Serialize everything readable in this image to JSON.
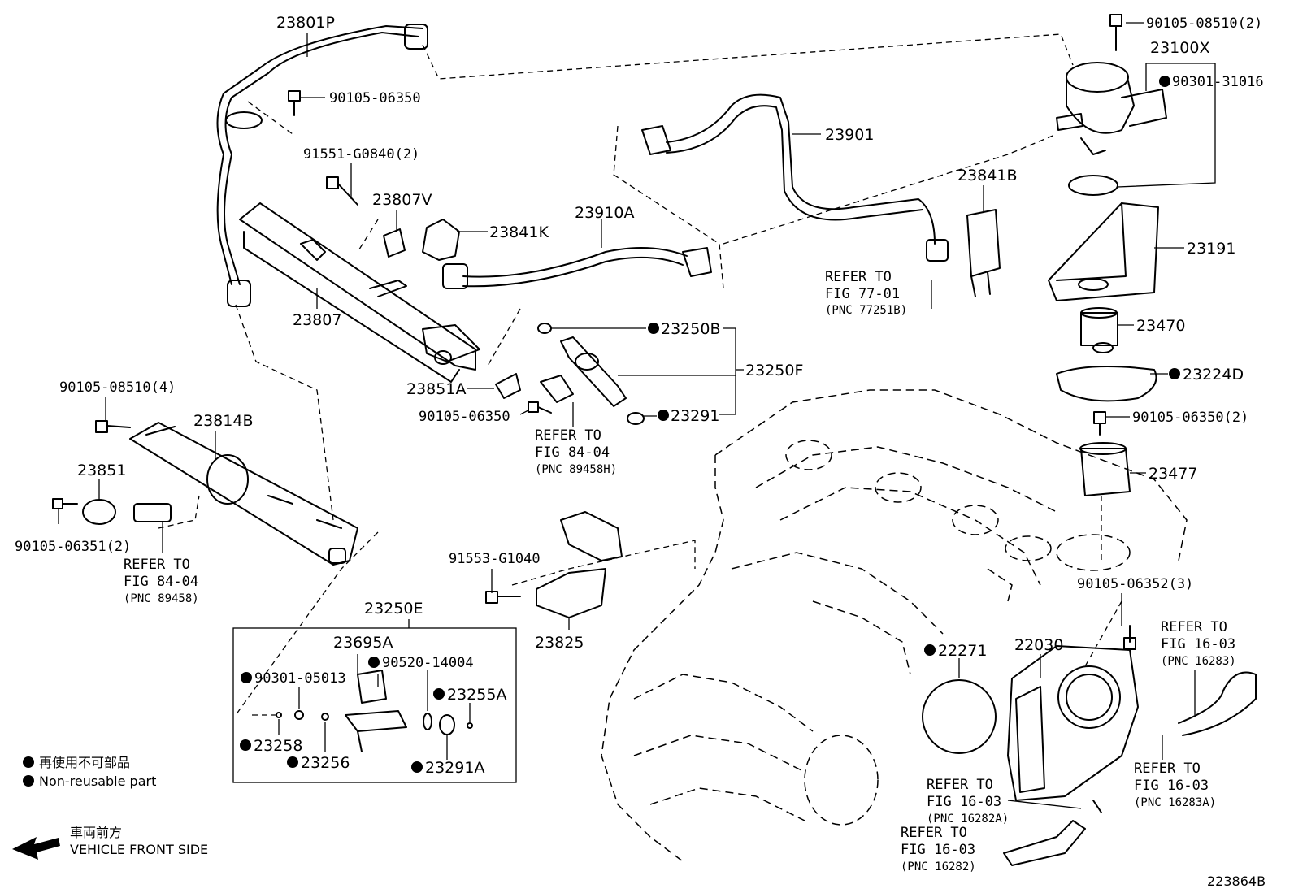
{
  "parts": {
    "p23801P": "23801P",
    "p90105_06350_top": "90105-06350",
    "p91551_G0840": "91551-G0840(2)",
    "p23807V": "23807V",
    "p23841K": "23841K",
    "p23910A": "23910A",
    "p23807": "23807",
    "p23901": "23901",
    "p23841B": "23841B",
    "p90105_08510_2": "90105-08510(2)",
    "p23100X": "23100X",
    "p90301_31016": "90301-31016",
    "p23191": "23191",
    "p23470": "23470",
    "p23224D": "23224D",
    "p90105_06350_2": "90105-06350(2)",
    "p23477": "23477",
    "p23250B": "23250B",
    "p23250F": "23250F",
    "p23291": "23291",
    "p23851A": "23851A",
    "p90105_06350_mid": "90105-06350",
    "p90105_08510_4": "90105-08510(4)",
    "p23814B": "23814B",
    "p23851": "23851",
    "p90105_06351_2": "90105-06351(2)",
    "p91553_G1040": "91553-G1040",
    "p23825": "23825",
    "p23250E": "23250E",
    "p23695A": "23695A",
    "p90520_14004": "90520-14004",
    "p90301_05013": "90301-05013",
    "p23255A": "23255A",
    "p23258": "23258",
    "p23256": "23256",
    "p23291A": "23291A",
    "p22271": "22271",
    "p22030": "22030",
    "p90105_06352_3": "90105-06352(3)"
  },
  "refs": {
    "r77": {
      "l1": "REFER TO",
      "l2": "FIG 77-01",
      "l3": "(PNC 77251B)"
    },
    "r8404a": {
      "l1": "REFER TO",
      "l2": "FIG 84-04",
      "l3": "(PNC 89458H)"
    },
    "r8404b": {
      "l1": "REFER TO",
      "l2": "FIG 84-04",
      "l3": "(PNC 89458)"
    },
    "r16283": {
      "l1": "REFER TO",
      "l2": "FIG 16-03",
      "l3": "(PNC 16283)"
    },
    "r16283A": {
      "l1": "REFER TO",
      "l2": "FIG 16-03",
      "l3": "(PNC 16283A)"
    },
    "r16282A": {
      "l1": "REFER TO",
      "l2": "FIG 16-03",
      "l3": "(PNC 16282A)"
    },
    "r16282": {
      "l1": "REFER TO",
      "l2": "FIG 16-03",
      "l3": "(PNC 16282)"
    }
  },
  "legend": {
    "jp": "再使用不可部品",
    "en": "Non-reusable part",
    "front_jp": "車両前方",
    "front_en": "VEHICLE FRONT SIDE"
  },
  "figure_id": "223864B"
}
